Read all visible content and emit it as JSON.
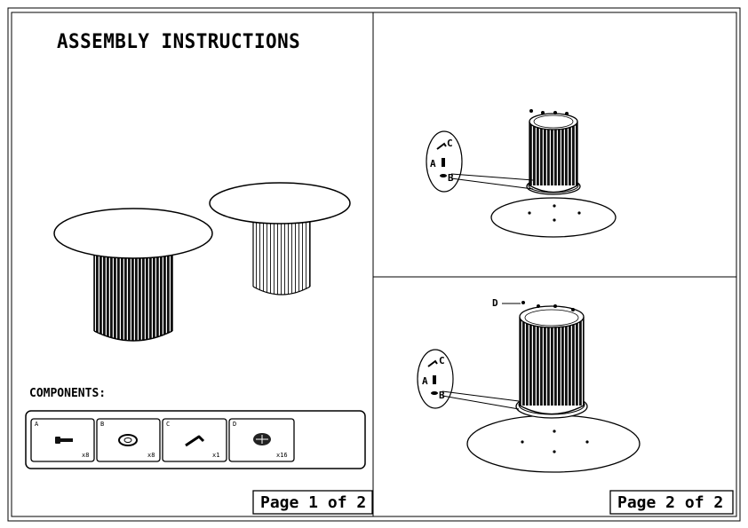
{
  "title": "ASSEMBLY INSTRUCTIONS",
  "components_heading": "COMPONENTS:",
  "components": [
    {
      "letter": "A",
      "qty": "x8",
      "icon": "bolt-icon"
    },
    {
      "letter": "B",
      "qty": "x8",
      "icon": "washer-icon"
    },
    {
      "letter": "C",
      "qty": "x1",
      "icon": "allen-key-icon"
    },
    {
      "letter": "D",
      "qty": "x16",
      "icon": "felt-pad-icon"
    }
  ],
  "pages": {
    "page1_label": "Page 1 of 2",
    "page2_label": "Page 2 of 2"
  },
  "step1_callouts": {
    "a": "A",
    "b": "B",
    "c": "C"
  },
  "step2_callouts": {
    "a": "A",
    "b": "B",
    "c": "C",
    "d": "D"
  }
}
